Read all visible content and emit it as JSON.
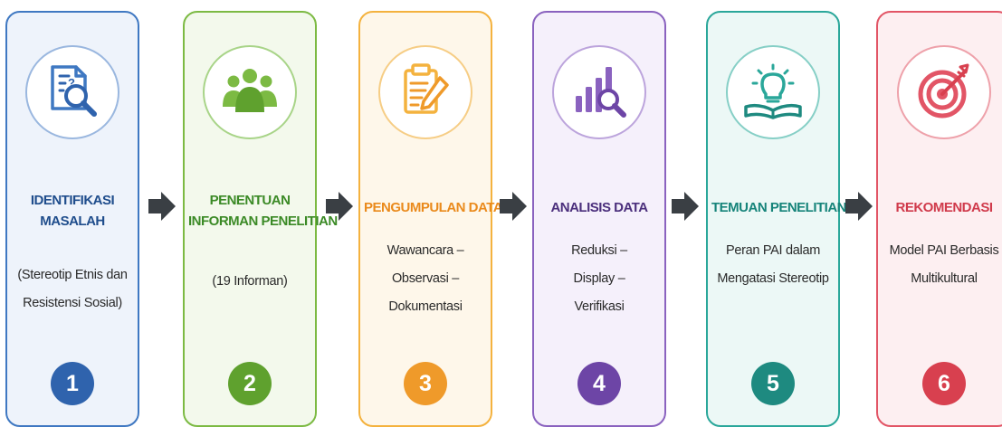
{
  "steps": [
    {
      "number": "1",
      "title": [
        "IDENTIFIKASI",
        "MASALAH"
      ],
      "desc": [
        "(Stereotip Etnis dan",
        "Resistensi Sosial)"
      ],
      "icon": "document-search-icon",
      "colors": {
        "border": "#3f78c2",
        "accent": "#2f63ad",
        "title": "#1f4d8c",
        "bg": "#eef3fb",
        "circle": "#9ab7df"
      }
    },
    {
      "number": "2",
      "title": [
        "PENENTUAN",
        "INFORMAN PENELITIAN"
      ],
      "desc": [
        "(19 Informan)"
      ],
      "icon": "people-group-icon",
      "colors": {
        "border": "#7cba43",
        "accent": "#5fa12e",
        "title": "#3b8a26",
        "bg": "#f3f9ec",
        "circle": "#a8d488"
      }
    },
    {
      "number": "3",
      "title": [
        "PENGUMPULAN DATA"
      ],
      "desc": [
        "Wawancara –",
        "Observasi –",
        "Dokumentasi"
      ],
      "icon": "clipboard-pen-icon",
      "colors": {
        "border": "#f4b23e",
        "accent": "#ef9a2a",
        "title": "#ea8a1c",
        "bg": "#fef7ea",
        "circle": "#f6cd85"
      }
    },
    {
      "number": "4",
      "title": [
        "ANALISIS DATA"
      ],
      "desc": [
        "Reduksi –",
        "Display –",
        "Verifikasi"
      ],
      "icon": "chart-magnifier-icon",
      "colors": {
        "border": "#8a62bf",
        "accent": "#6d45a6",
        "title": "#4b2f7c",
        "bg": "#f5f0fb",
        "circle": "#bca4dc"
      }
    },
    {
      "number": "5",
      "title": [
        "TEMUAN PENELITIAN"
      ],
      "desc": [
        "Peran PAI dalam",
        "Mengatasi Stereotip"
      ],
      "icon": "lightbulb-book-icon",
      "colors": {
        "border": "#2aa79a",
        "accent": "#1e8a80",
        "title": "#16847a",
        "bg": "#ecf8f6",
        "circle": "#86cfc6"
      }
    },
    {
      "number": "6",
      "title": [
        "REKOMENDASI"
      ],
      "desc": [
        "Model PAI Berbasis",
        "Multikultural"
      ],
      "icon": "target-arrow-icon",
      "colors": {
        "border": "#e25566",
        "accent": "#d8404f",
        "title": "#d03a4b",
        "bg": "#fdeff1",
        "circle": "#eea1aa"
      }
    }
  ],
  "arrow_color": "#3a3f44"
}
